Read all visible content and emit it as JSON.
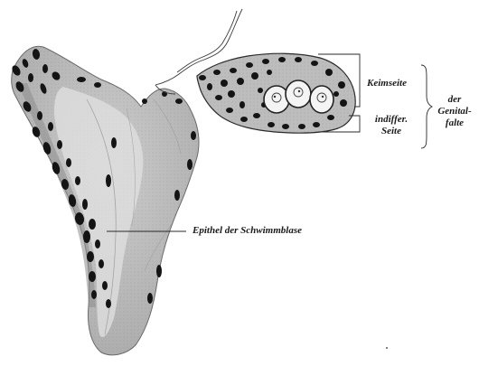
{
  "labels": {
    "keimseite": "Keimseite",
    "indiffer": "indiffer.",
    "seite": "Seite",
    "der": "der",
    "genital": "Genital-",
    "falte": "falte",
    "epithel": "Epithel der Schwimmblase"
  },
  "colors": {
    "ink": "#1a1a1a",
    "tissue_light": "#d4d4d4",
    "tissue_mid": "#b8b8b8",
    "tissue_dark": "#8c8c8c",
    "nuclei": "#141414"
  }
}
